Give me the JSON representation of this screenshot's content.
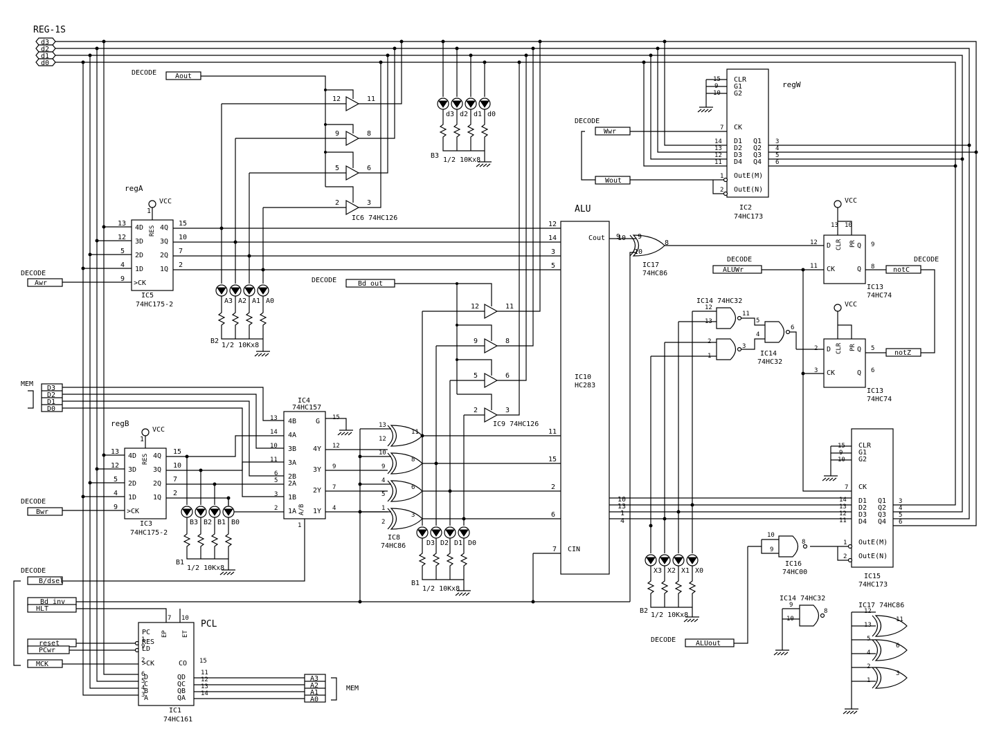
{
  "title": "REG-1S",
  "bus": [
    "d3",
    "d2",
    "d1",
    "d0"
  ],
  "decode_label": "DECODE",
  "mem_label": "MEM",
  "vcc": "VCC",
  "signals": {
    "aout": "Aout",
    "awr": "Awr_",
    "bdout": "Bd out",
    "wwr": "Wwr_",
    "wout": "Wout_",
    "aluwr": "ALUWr_",
    "notc": "notC",
    "notz": "notZ",
    "bwr": "Bwr_",
    "bdsel": "B/dsel",
    "bdinv": "Bd inv",
    "hlt": "HLT_",
    "reset": "reset_",
    "pcwr": "PCwr_",
    "mck": "MCK_",
    "aluout": "ALUout"
  },
  "mem_d": [
    "D3",
    "D2",
    "D1",
    "D0"
  ],
  "mem_a": [
    "A3",
    "A2",
    "A1",
    "A0"
  ],
  "blocks": {
    "rega": "regA",
    "regb": "regB",
    "regw": "regW",
    "alu": "ALU",
    "pcl": "PCL",
    "ic5": [
      "IC5",
      "74HC175-2"
    ],
    "ic3": [
      "IC3",
      "74HC175-2"
    ],
    "ic2": [
      "IC2",
      "74HC173"
    ],
    "ic15": [
      "IC15",
      "74HC173"
    ],
    "ic4": [
      "IC4",
      "74HC157"
    ],
    "ic10": [
      "IC10",
      "HC283"
    ],
    "ic1": [
      "IC1",
      "74HC161"
    ],
    "ic6": "IC6  74HC126",
    "ic9": "IC9  74HC126",
    "ic8": [
      "IC8",
      "74HC86"
    ],
    "ic17a": [
      "IC17",
      "74HC86"
    ],
    "ic13a": [
      "IC13",
      "74HC74"
    ],
    "ic13b": [
      "IC13",
      "74HC74"
    ],
    "ic14a": "IC14  74HC32",
    "ic14b": [
      "IC14",
      "74HC32"
    ],
    "ic14c": "IC14  74HC32",
    "ic16": [
      "IC16",
      "74HC00"
    ],
    "ic17b": "IC17  74HC86"
  },
  "leds": {
    "d": [
      "d3",
      "d2",
      "d1",
      "d0"
    ],
    "a": [
      "A3",
      "A2",
      "A1",
      "A0"
    ],
    "b": [
      "B3",
      "B2",
      "B1",
      "B0"
    ],
    "dd": [
      "D3",
      "D2",
      "D1",
      "D0"
    ],
    "x": [
      "X3",
      "X2",
      "X1",
      "X0"
    ]
  },
  "resnets": {
    "b3": "B3",
    "b2": "B2",
    "b1": "B1",
    "note": "1/2  10Kx8"
  }
}
